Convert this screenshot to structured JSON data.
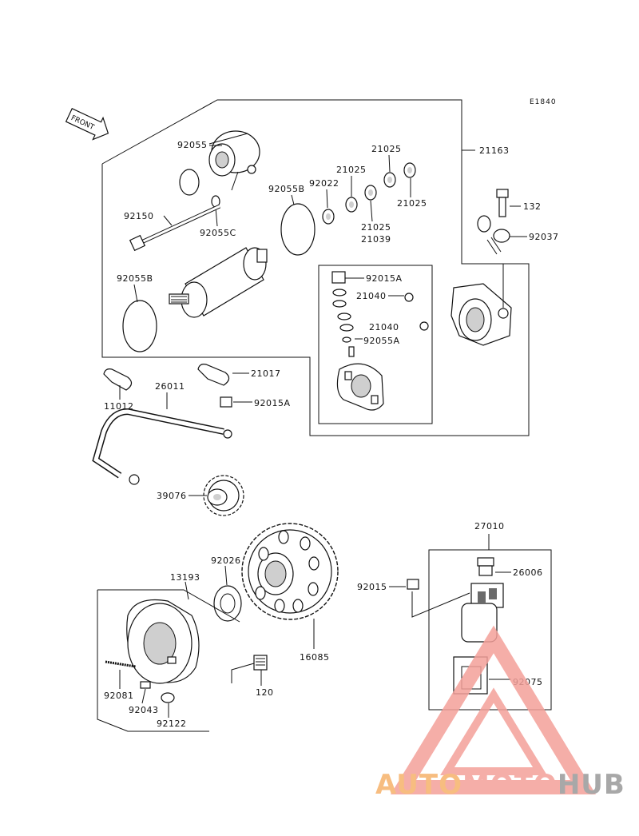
{
  "diagram_code": "E1840",
  "front_label": "FRONT",
  "labels": {
    "l92055": "92055",
    "l21163": "21163",
    "l21025a": "21025",
    "l21025b": "21025",
    "l21025c": "21025",
    "l21025d": "21025",
    "l92022": "92022",
    "l92055B_top": "92055B",
    "l21039": "21039",
    "l92150": "92150",
    "l92055C": "92055C",
    "l132": "132",
    "l92037": "92037",
    "l92055B_left": "92055B",
    "l92015A_box": "92015A",
    "l21040a": "21040",
    "l21040b": "21040",
    "l92055A": "92055A",
    "l21017": "21017",
    "l11012": "11012",
    "l26011": "26011",
    "l92015A_cable": "92015A",
    "l39076": "39076",
    "l27010": "27010",
    "l92026": "92026",
    "l13193": "13193",
    "l26006": "26006",
    "l92015": "92015",
    "l16085": "16085",
    "l120": "120",
    "l92081": "92081",
    "l92043": "92043",
    "l92122": "92122",
    "l92075": "92075"
  },
  "watermark": {
    "part1": "AUTO",
    "part2": "MOTO",
    "part3": "HUB",
    "color1": "#f6b26b",
    "color2": "#f4a09a",
    "color3": "#999999"
  }
}
